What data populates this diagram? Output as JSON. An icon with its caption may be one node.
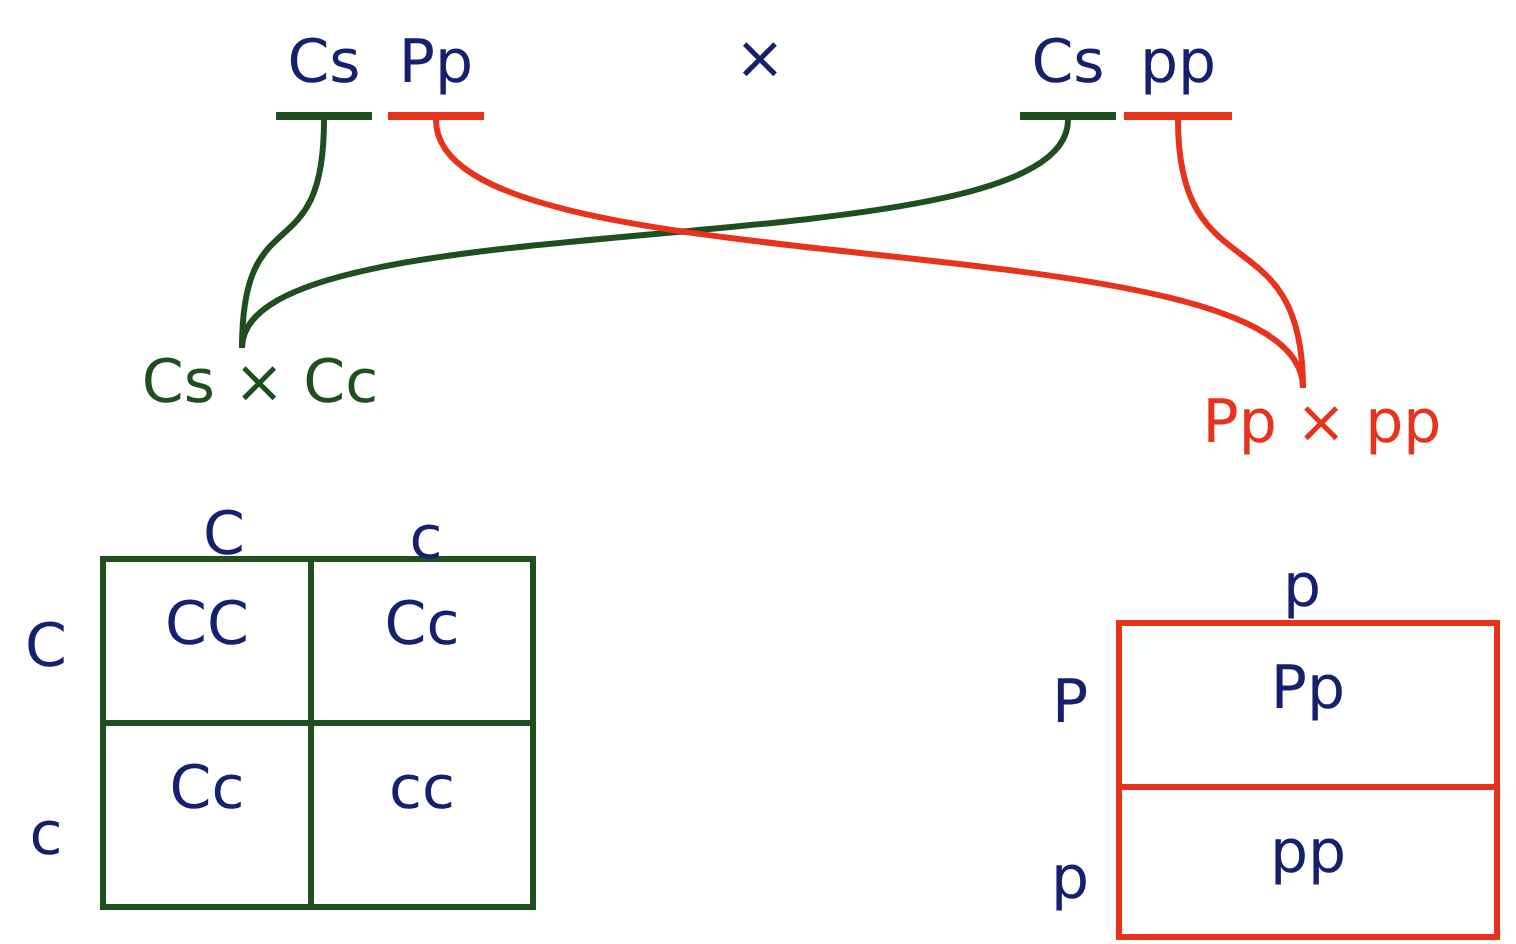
{
  "diagram": {
    "nodes": [
      {
        "text": [
          "Cs"
        ]
      },
      {
        "text": [
          "Pp"
        ]
      },
      {
        "text": [
          "Cs"
        ]
      },
      {
        "text": [
          "pp"
        ]
      },
      {
        "text": [
          "Cs × Cc"
        ]
      },
      {
        "text": [
          "Pp × pp"
        ]
      },
      {
        "text": [
          "CC"
        ]
      },
      {
        "text": [
          "Cc"
        ]
      },
      {
        "text": [
          "Cc"
        ]
      },
      {
        "text": [
          "cc"
        ]
      },
      {
        "text": [
          "Pp"
        ]
      },
      {
        "text": [
          "pp"
        ]
      }
    ],
    "edges": [
      {
        "from": 0,
        "to": 4,
        "arrow": "none",
        "color": "#1f4f1f"
      },
      {
        "from": 2,
        "to": 4,
        "arrow": "none",
        "color": "#1f4f1f"
      },
      {
        "from": 1,
        "to": 5,
        "arrow": "none",
        "color": "#e8331c"
      },
      {
        "from": 3,
        "to": 5,
        "arrow": "none",
        "color": "#e8331c"
      }
    ],
    "labels": [
      "×",
      "C",
      "c",
      "p",
      "C",
      "P",
      "c",
      "p"
    ]
  }
}
